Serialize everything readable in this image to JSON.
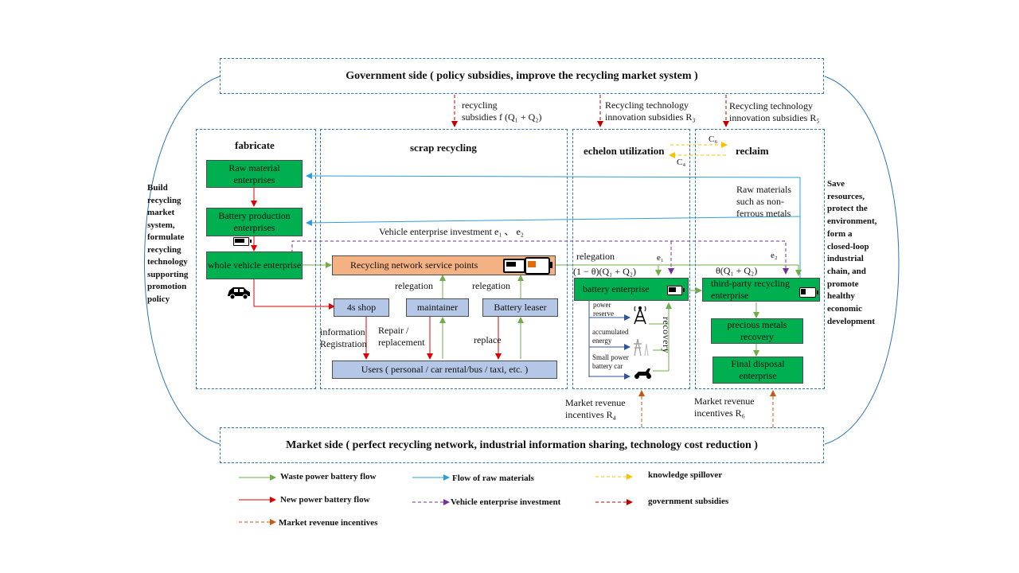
{
  "government": {
    "text": "Government  side ( policy subsidies, improve the recycling market system )"
  },
  "market": {
    "text": "Market side ( perfect recycling network,  industrial  information   sharing,  technology cost reduction  )"
  },
  "side_left": [
    "Build",
    "recycling",
    "market",
    "system,",
    "formulate",
    "recycling",
    "technology",
    "supporting",
    "promotion",
    "policy"
  ],
  "side_right": [
    "Save",
    "resources,",
    "protect the",
    "environment,",
    "form  a",
    "closed-loop",
    "industrial",
    "chain,  and",
    "promote",
    "healthy",
    "economic",
    "development"
  ],
  "subsidies": {
    "s1_line1": "recycling",
    "s1_line2": "subsidies f (Q₁ + Q₂)",
    "s3_line1": "Recycling technology",
    "s3_line2": "innovation subsidies R₃",
    "s5_line1": "Recycling technology",
    "s5_line2": "innovation subsidies R₅"
  },
  "sections": {
    "fabricate": "fabricate",
    "scrap": "scrap recycling",
    "echelon": "echelon utilization",
    "reclaim": "reclaim"
  },
  "boxes": {
    "raw_material": "Raw material enterprises",
    "battery_production": "Battery production enterprises",
    "whole_vehicle": "whole vehicle enterprise",
    "recycling_network": "Recycling network service points",
    "shop_4s": "4s shop",
    "maintainer": "maintainer",
    "battery_leaser": "Battery leaser",
    "users": "Users ( personal / car rental/bus / taxi,  etc. )",
    "battery_enterprise": "battery   enterprise",
    "third_party": "third-party recycling enterprise",
    "precious_metals": "precious metals recovery",
    "final_disposal": "Final disposal enterprise"
  },
  "labels": {
    "relegation_a": "relegation",
    "relegation_b": "relegation",
    "relegation_c": "relegation",
    "info_reg_1": "information",
    "info_reg_2": "Registration",
    "repair_1": "Repair  /",
    "repair_2": "replacement",
    "replace": "replace",
    "vehicle_invest": "Vehicle  enterprise investment e₁ 、 e₂",
    "raw_materials_1": "Raw materials",
    "raw_materials_2": "such as non-",
    "raw_materials_3": "ferrous metals",
    "c6": "C₆",
    "c4": "C₄",
    "e1": "e₁",
    "e2": "e₂",
    "one_minus_theta": "(1 − θ)(Q₁ + Q₂)",
    "theta": "θ(Q₁ + Q₂)",
    "power_reserve_1": "power",
    "power_reserve_2": "reserve",
    "accumulated_1": "accumulated",
    "accumulated_2": "energy",
    "small_power_1": "Small power",
    "small_power_2": "battery car",
    "recovery": "recovery",
    "mri4_1": "Market revenue",
    "mri4_2": "incentives R₄",
    "mri6_1": "Market revenue",
    "mri6_2": "incentives R₆"
  },
  "legend": [
    {
      "label": "Waste power  battery  flow",
      "color": "#70ad47",
      "style": "solid"
    },
    {
      "label": "Flow  of raw materials",
      "color": "#2e9fd8",
      "style": "solid"
    },
    {
      "label": "knowledge spillover",
      "color": "#ffc000",
      "style": "dashed"
    },
    {
      "label": "New power  battery  flow",
      "color": "#e00000",
      "style": "solid"
    },
    {
      "label": "Vehicle enterprise investment",
      "color": "#7030a0",
      "style": "dashed"
    },
    {
      "label": "government   subsidies",
      "color": "#c00000",
      "style": "dashed"
    },
    {
      "label": "Market revenue incentives",
      "color": "#c55a11",
      "style": "dashed"
    }
  ],
  "icons": {
    "battery": "battery-icon",
    "car": "car-icon",
    "tower": "signal-tower-icon",
    "pylon": "power-pylon-icon",
    "scooter": "scooter-icon"
  }
}
